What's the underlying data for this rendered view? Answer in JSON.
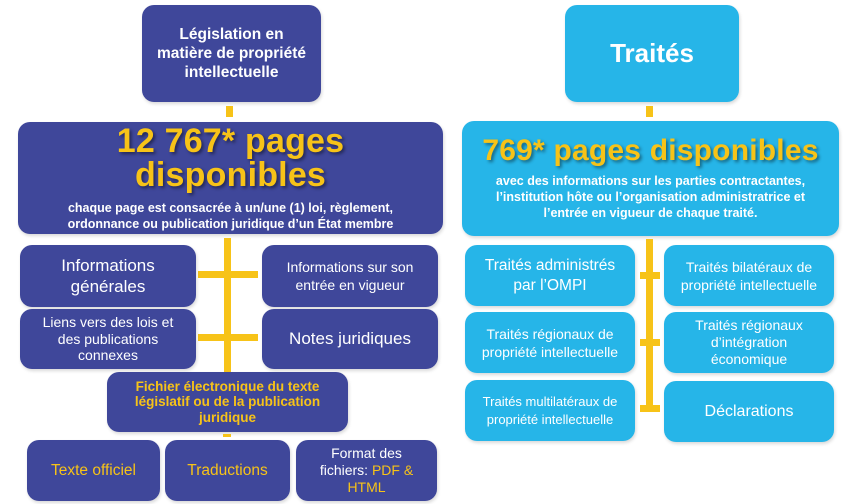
{
  "left": {
    "title": "Législation en matière de propriété intellectuelle",
    "count_heading": "12 767* pages disponibles",
    "description": "chaque page est consacrée à un/une (1) loi, règlement, ordonnance ou publication juridique d’un État membre",
    "items": [
      {
        "label": "Informations générales"
      },
      {
        "label": "Informations sur son entrée en vigueur"
      },
      {
        "label": "Liens vers des lois et des publications connexes"
      },
      {
        "label": "Notes juridiques"
      }
    ],
    "file_box": {
      "label": "Fichier électronique du texte législatif ou de la publication juridique"
    },
    "file_items": [
      {
        "label": "Texte officiel"
      },
      {
        "label": "Traductions"
      },
      {
        "label_prefix": "Format des fichiers:",
        "label_highlight": "PDF & HTML"
      }
    ]
  },
  "right": {
    "title": "Traités",
    "count_heading": "769* pages disponibles",
    "description": "avec des informations sur les parties contractantes, l’institution hôte ou l’organisation administratrice et l’entrée en vigueur de chaque traité.",
    "items": [
      {
        "label": "Traités administrés par l’OMPI"
      },
      {
        "label": "Traités bilatéraux de propriété intellectuelle"
      },
      {
        "label": "Traités régionaux de propriété intellectuelle"
      },
      {
        "label": "Traités régionaux d’intégration économique"
      },
      {
        "label": "Traités multilatéraux de propriété intellectuelle"
      },
      {
        "label": "Déclarations"
      }
    ]
  },
  "colors": {
    "navy": "#3f479a",
    "cyan": "#26b5e8",
    "connector_gold": "#f7c318",
    "text_white": "#ffffff"
  }
}
